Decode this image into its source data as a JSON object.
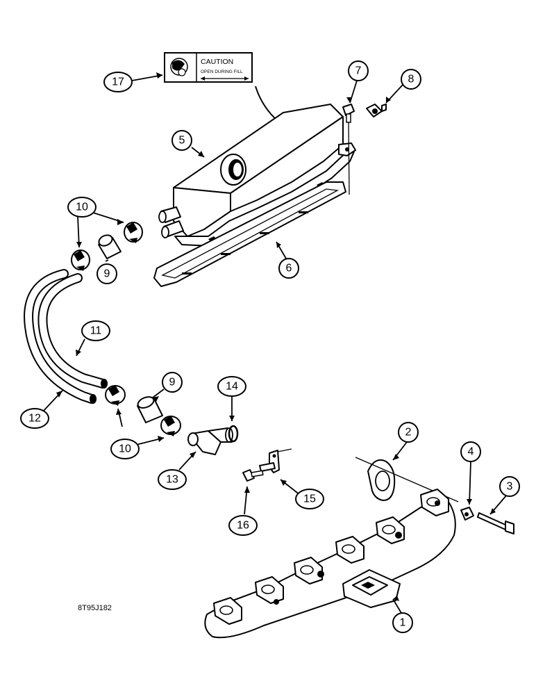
{
  "figure_id": "8T95J182",
  "caution_label": {
    "title": "CAUTION",
    "text": "OPEN DURING FILL"
  },
  "callouts": [
    {
      "key": "c1",
      "text": "1"
    },
    {
      "key": "c2",
      "text": "2"
    },
    {
      "key": "c3",
      "text": "3"
    },
    {
      "key": "c4",
      "text": "4"
    },
    {
      "key": "c5",
      "text": "5"
    },
    {
      "key": "c6",
      "text": "6"
    },
    {
      "key": "c7",
      "text": "7"
    },
    {
      "key": "c8",
      "text": "8"
    },
    {
      "key": "c9a",
      "text": "9"
    },
    {
      "key": "c9b",
      "text": "9"
    },
    {
      "key": "c10a",
      "text": "10"
    },
    {
      "key": "c10b",
      "text": "10"
    },
    {
      "key": "c11",
      "text": "11"
    },
    {
      "key": "c12",
      "text": "12"
    },
    {
      "key": "c13",
      "text": "13"
    },
    {
      "key": "c14",
      "text": "14"
    },
    {
      "key": "c15",
      "text": "15"
    },
    {
      "key": "c16",
      "text": "16"
    },
    {
      "key": "c17",
      "text": "17"
    }
  ]
}
